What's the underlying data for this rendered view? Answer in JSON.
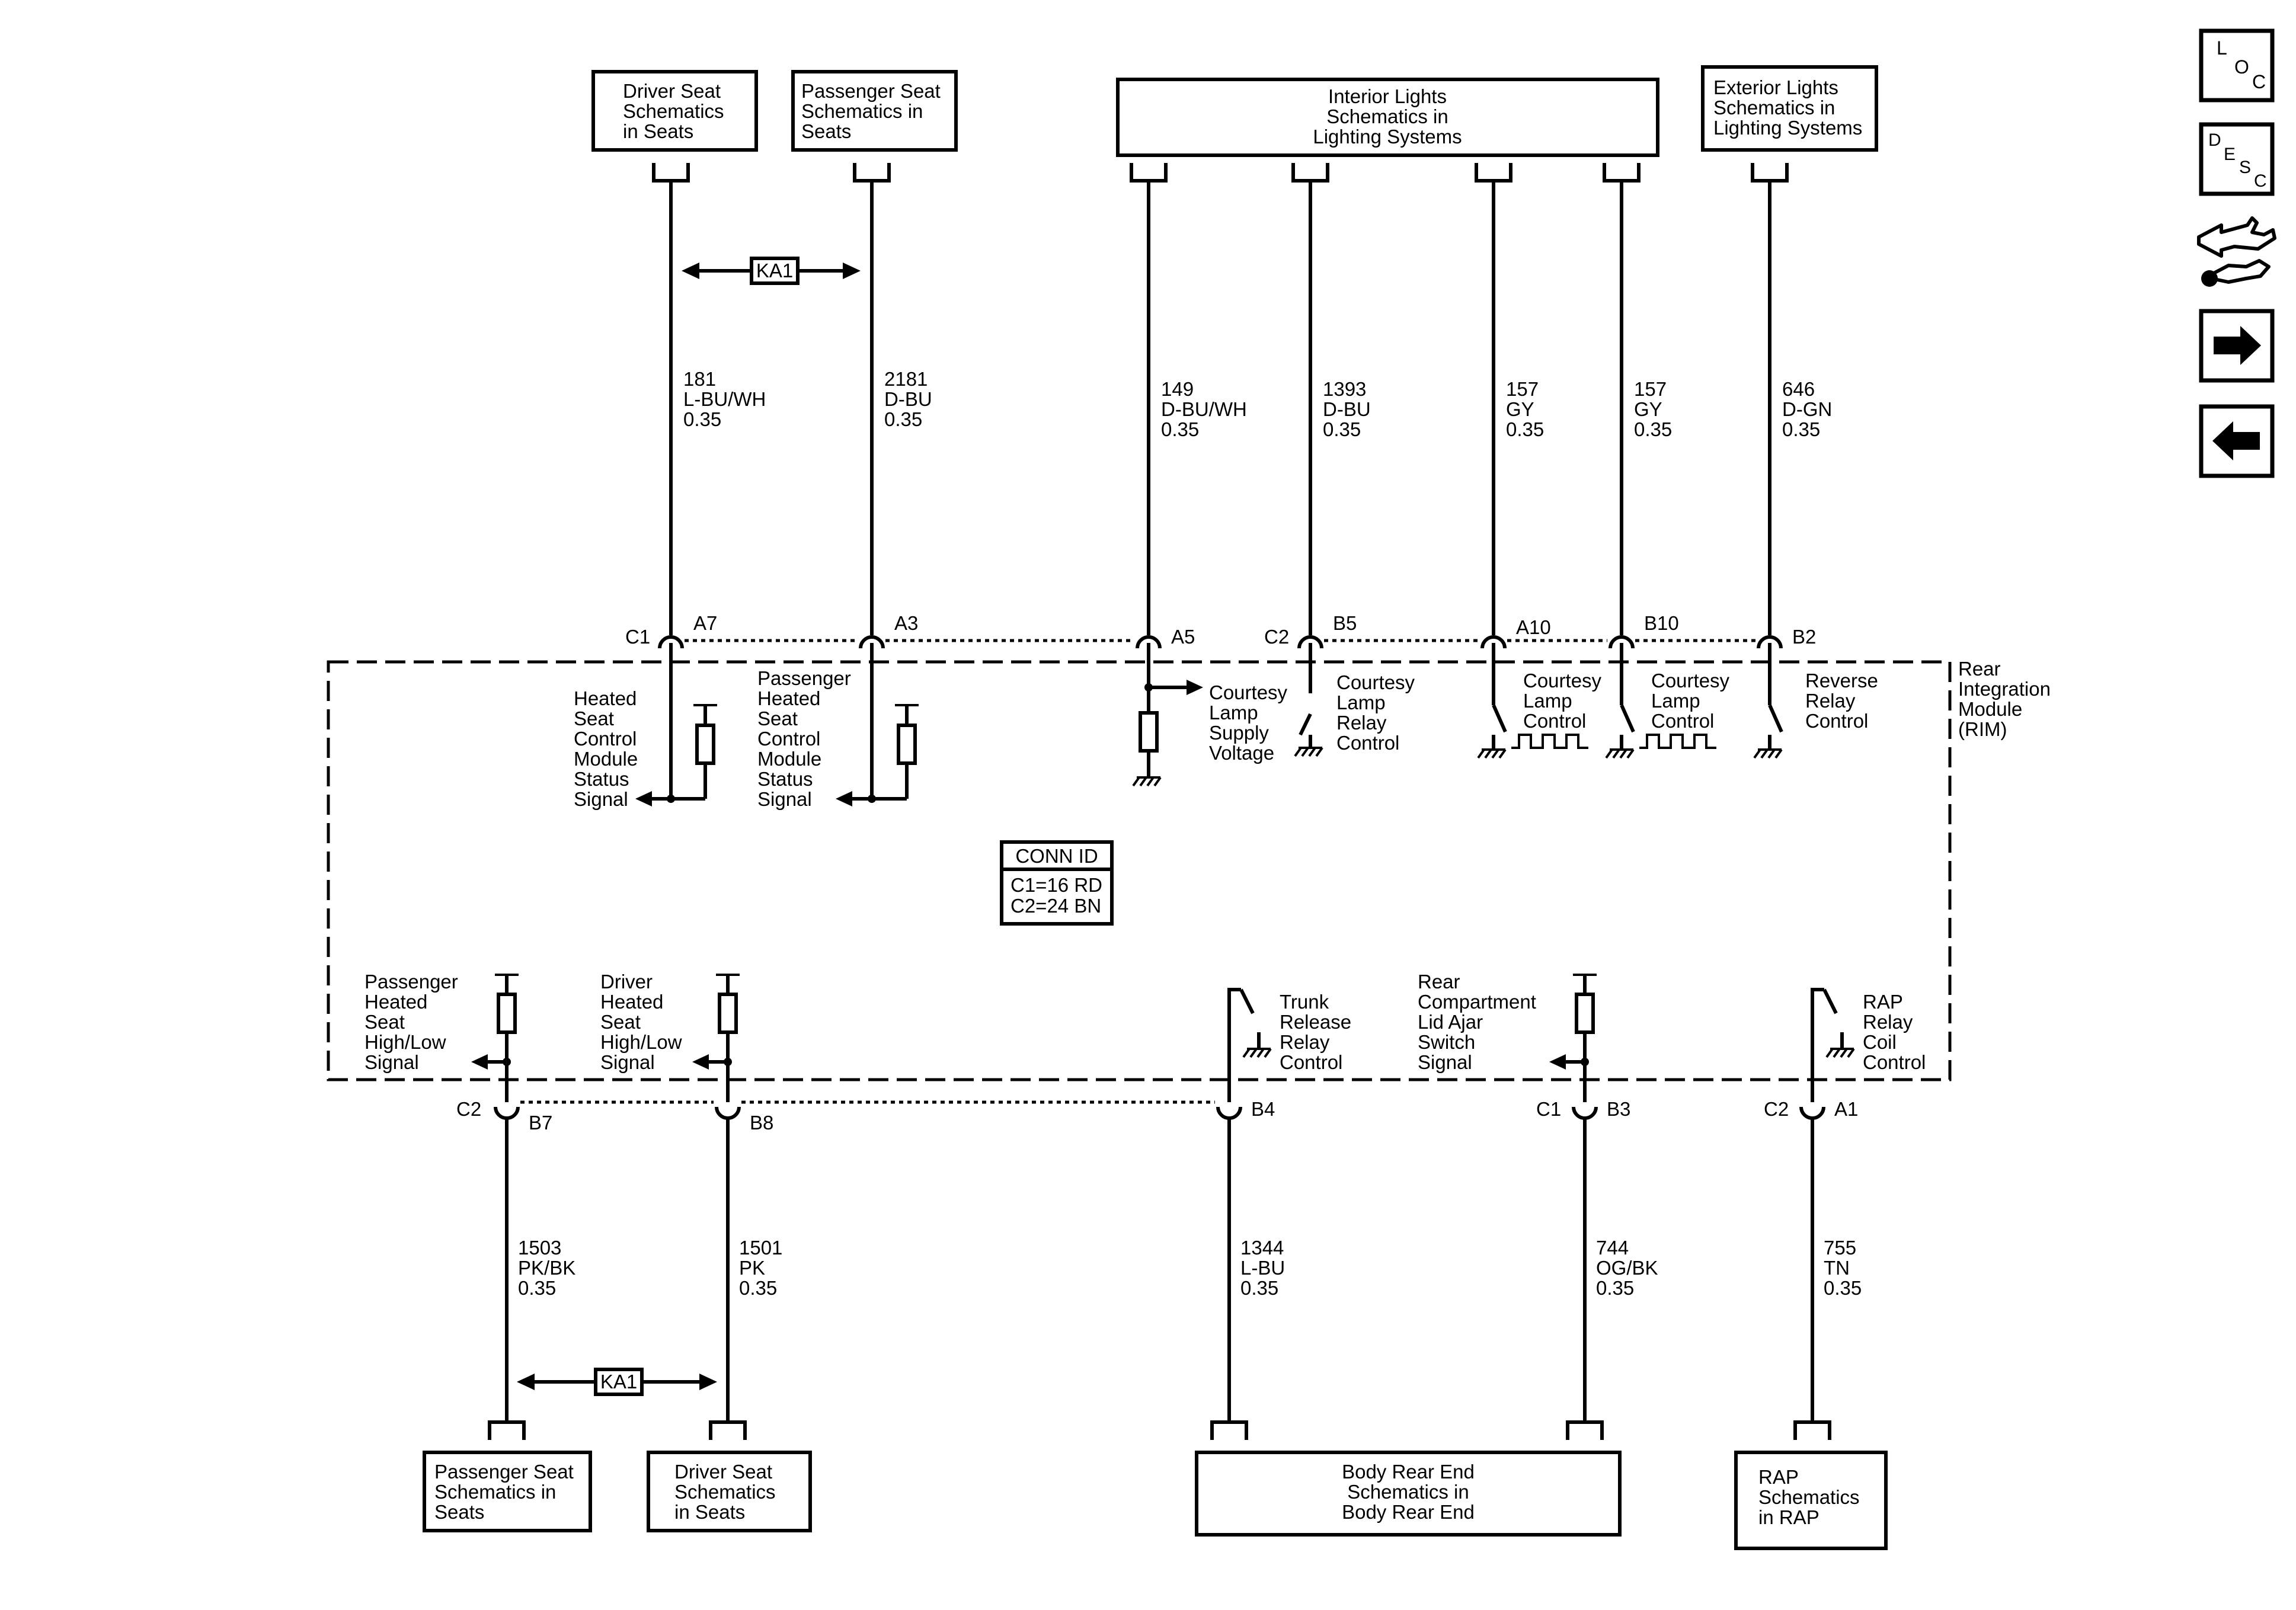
{
  "top_boxes": {
    "driver_seat": [
      "Driver Seat",
      "Schematics",
      "in Seats"
    ],
    "passenger_seat": [
      "Passenger Seat",
      "Schematics in",
      "Seats"
    ],
    "interior_lights": [
      "Interior Lights",
      "Schematics in",
      "Lighting Systems"
    ],
    "exterior_lights": [
      "Exterior Lights",
      "Schematics in",
      "Lighting Systems"
    ]
  },
  "bottom_boxes": {
    "passenger_seat": [
      "Passenger Seat",
      "Schematics in",
      "Seats"
    ],
    "driver_seat": [
      "Driver Seat",
      "Schematics",
      "in Seats"
    ],
    "body_rear_end": [
      "Body Rear End",
      "Schematics in",
      "Body Rear End"
    ],
    "rap": [
      "RAP",
      "Schematics",
      "in RAP"
    ]
  },
  "ka1": "KA1",
  "top_wires": [
    {
      "circuit": "181",
      "color": "L-BU/WH",
      "gauge": "0.35"
    },
    {
      "circuit": "2181",
      "color": "D-BU",
      "gauge": "0.35"
    },
    {
      "circuit": "149",
      "color": "D-BU/WH",
      "gauge": "0.35"
    },
    {
      "circuit": "1393",
      "color": "D-BU",
      "gauge": "0.35"
    },
    {
      "circuit": "157",
      "color": "GY",
      "gauge": "0.35"
    },
    {
      "circuit": "157",
      "color": "GY",
      "gauge": "0.35"
    },
    {
      "circuit": "646",
      "color": "D-GN",
      "gauge": "0.35"
    }
  ],
  "top_pins": [
    "A7",
    "A3",
    "A5",
    "B5",
    "A10",
    "B10",
    "B2"
  ],
  "top_connectors": [
    "C1",
    "C2"
  ],
  "bottom_wires": [
    {
      "circuit": "1503",
      "color": "PK/BK",
      "gauge": "0.35"
    },
    {
      "circuit": "1501",
      "color": "PK",
      "gauge": "0.35"
    },
    {
      "circuit": "1344",
      "color": "L-BU",
      "gauge": "0.35"
    },
    {
      "circuit": "744",
      "color": "OG/BK",
      "gauge": "0.35"
    },
    {
      "circuit": "755",
      "color": "TN",
      "gauge": "0.35"
    }
  ],
  "bottom_pins": [
    "B7",
    "B8",
    "B4",
    "B3",
    "A1"
  ],
  "bottom_connectors": [
    "C2",
    "C1",
    "C2"
  ],
  "module_name": [
    "Rear",
    "Integration",
    "Module",
    "(RIM)"
  ],
  "conn_id": {
    "title": "CONN ID",
    "lines": [
      "C1=16 RD",
      "C2=24 BN"
    ]
  },
  "internal_top": {
    "heated_seat_status": [
      "Heated",
      "Seat",
      "Control",
      "Module",
      "Status",
      "Signal"
    ],
    "pass_heated_seat_status": [
      "Passenger",
      "Heated",
      "Seat",
      "Control",
      "Module",
      "Status",
      "Signal"
    ],
    "courtesy_supply": [
      "Courtesy",
      "Lamp",
      "Supply",
      "Voltage"
    ],
    "courtesy_relay": [
      "Courtesy",
      "Lamp",
      "Relay",
      "Control"
    ],
    "courtesy_control_1": [
      "Courtesy",
      "Lamp",
      "Control"
    ],
    "courtesy_control_2": [
      "Courtesy",
      "Lamp",
      "Control"
    ],
    "reverse_relay": [
      "Reverse",
      "Relay",
      "Control"
    ]
  },
  "internal_bottom": {
    "pass_high_low": [
      "Passenger",
      "Heated",
      "Seat",
      "High/Low",
      "Signal"
    ],
    "driver_high_low": [
      "Driver",
      "Heated",
      "Seat",
      "High/Low",
      "Signal"
    ],
    "trunk_release": [
      "Trunk",
      "Release",
      "Relay",
      "Control"
    ],
    "lid_ajar": [
      "Rear",
      "Compartment",
      "Lid Ajar",
      "Switch",
      "Signal"
    ],
    "rap_relay": [
      "RAP",
      "Relay",
      "Coil",
      "Control"
    ]
  },
  "nav": {
    "loc": [
      "L",
      "O",
      "C"
    ],
    "desc": [
      "D",
      "E",
      "S",
      "C"
    ],
    "icons": [
      "connector-tool-icon",
      "right-arrow-icon",
      "left-arrow-icon"
    ]
  }
}
